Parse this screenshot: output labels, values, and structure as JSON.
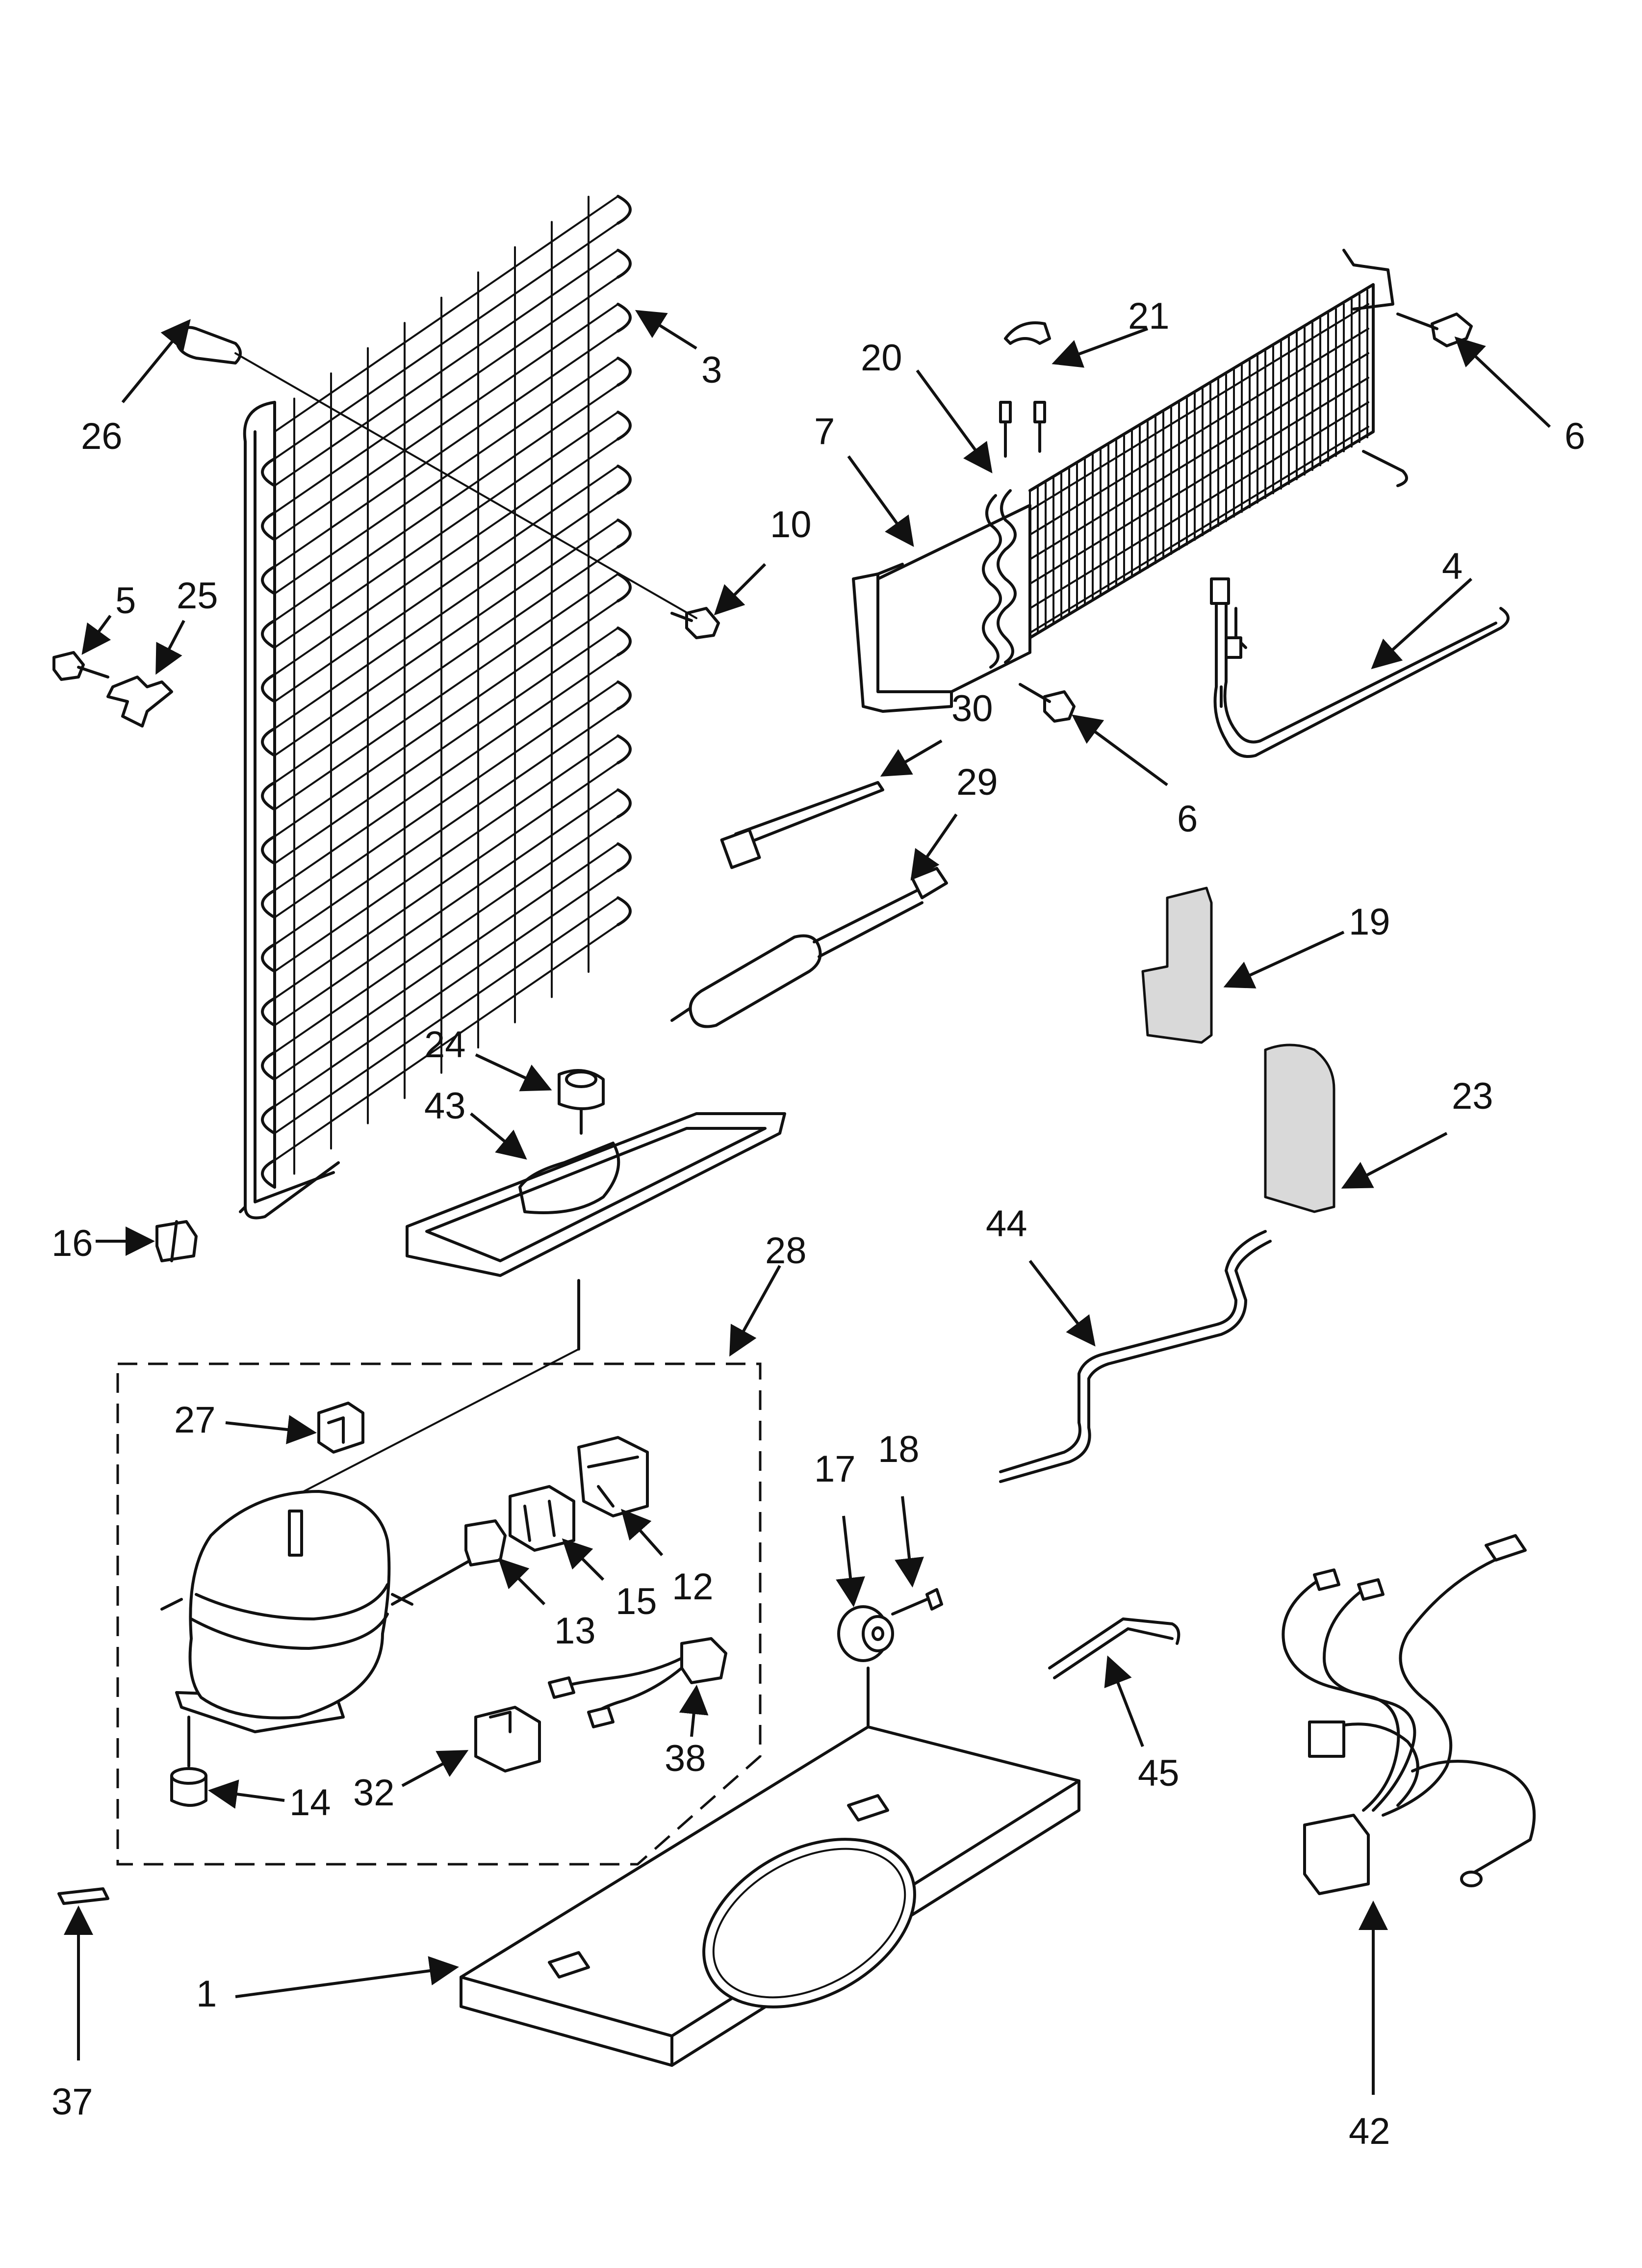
{
  "parts": [
    {
      "id": "part-1",
      "label": "1"
    },
    {
      "id": "part-3",
      "label": "3"
    },
    {
      "id": "part-4",
      "label": "4"
    },
    {
      "id": "part-5",
      "label": "5"
    },
    {
      "id": "part-6a",
      "label": "6"
    },
    {
      "id": "part-6b",
      "label": "6"
    },
    {
      "id": "part-7",
      "label": "7"
    },
    {
      "id": "part-10",
      "label": "10"
    },
    {
      "id": "part-12",
      "label": "12"
    },
    {
      "id": "part-13",
      "label": "13"
    },
    {
      "id": "part-14",
      "label": "14"
    },
    {
      "id": "part-15",
      "label": "15"
    },
    {
      "id": "part-16",
      "label": "16"
    },
    {
      "id": "part-17",
      "label": "17"
    },
    {
      "id": "part-18",
      "label": "18"
    },
    {
      "id": "part-19",
      "label": "19"
    },
    {
      "id": "part-20",
      "label": "20"
    },
    {
      "id": "part-21",
      "label": "21"
    },
    {
      "id": "part-23",
      "label": "23"
    },
    {
      "id": "part-24",
      "label": "24"
    },
    {
      "id": "part-25",
      "label": "25"
    },
    {
      "id": "part-26",
      "label": "26"
    },
    {
      "id": "part-27",
      "label": "27"
    },
    {
      "id": "part-28",
      "label": "28"
    },
    {
      "id": "part-29",
      "label": "29"
    },
    {
      "id": "part-30",
      "label": "30"
    },
    {
      "id": "part-32",
      "label": "32"
    },
    {
      "id": "part-37",
      "label": "37"
    },
    {
      "id": "part-38",
      "label": "38"
    },
    {
      "id": "part-42",
      "label": "42"
    },
    {
      "id": "part-43",
      "label": "43"
    },
    {
      "id": "part-44",
      "label": "44"
    },
    {
      "id": "part-45",
      "label": "45"
    }
  ]
}
